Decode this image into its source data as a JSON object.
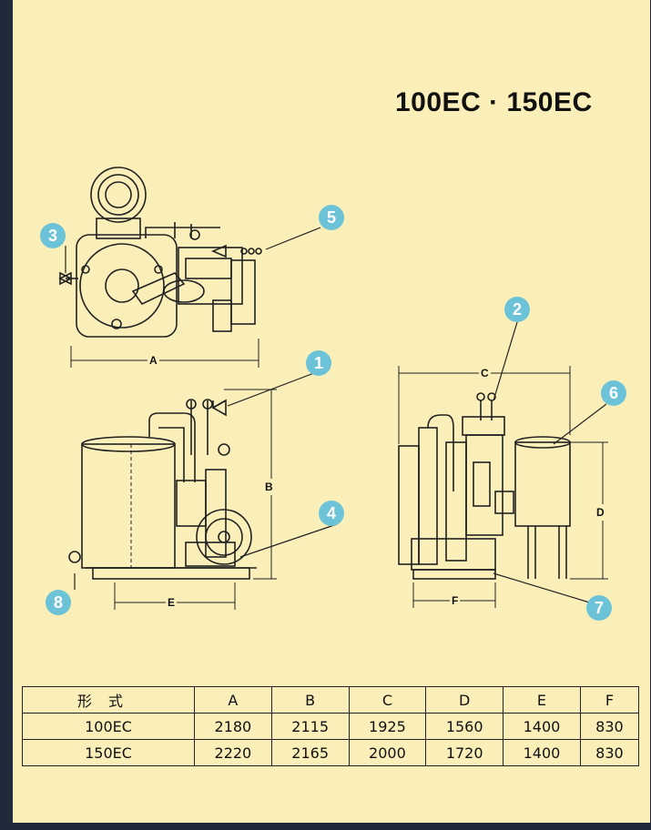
{
  "title": "100EC · 150EC",
  "callouts": [
    "1",
    "2",
    "3",
    "4",
    "5",
    "6",
    "7",
    "8"
  ],
  "dimension_labels": {
    "a": "A",
    "b": "B",
    "c": "C",
    "d": "D",
    "e": "E",
    "f": "F"
  },
  "table": {
    "headers": [
      "形式",
      "A",
      "B",
      "C",
      "D",
      "E",
      "F"
    ],
    "rows": [
      [
        "100EC",
        "2180",
        "2115",
        "1925",
        "1560",
        "1400",
        "830"
      ],
      [
        "150EC",
        "2220",
        "2165",
        "2000",
        "1720",
        "1400",
        "830"
      ]
    ]
  },
  "colors": {
    "background": "#faefb9",
    "callout": "#6cc3d8",
    "border": "#1f2a3a"
  }
}
